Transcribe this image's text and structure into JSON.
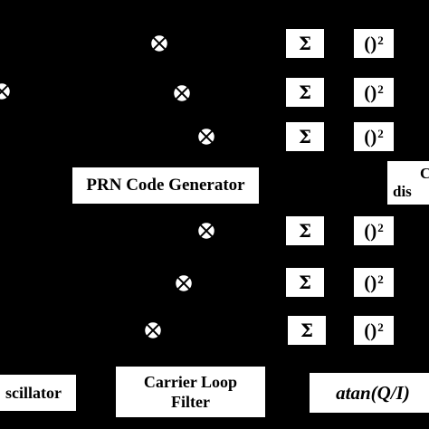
{
  "colors": {
    "background": "#000000",
    "block_fill": "#ffffff",
    "text": "#000000"
  },
  "multiplier_icon": "circled-x-icon",
  "blocks": {
    "prn_code_generator": "PRN Code Generator",
    "discriminator_partial": [
      "C",
      "dis"
    ],
    "oscillator_partial": "scillator",
    "carrier_loop_filter": [
      "Carrier Loop",
      "Filter"
    ],
    "atan": "atan(Q/I)"
  },
  "accumulators": [
    "Σ",
    "Σ",
    "Σ",
    "Σ",
    "Σ",
    "Σ"
  ],
  "squarers": {
    "base": "()",
    "exponent": "2",
    "count": 6
  }
}
